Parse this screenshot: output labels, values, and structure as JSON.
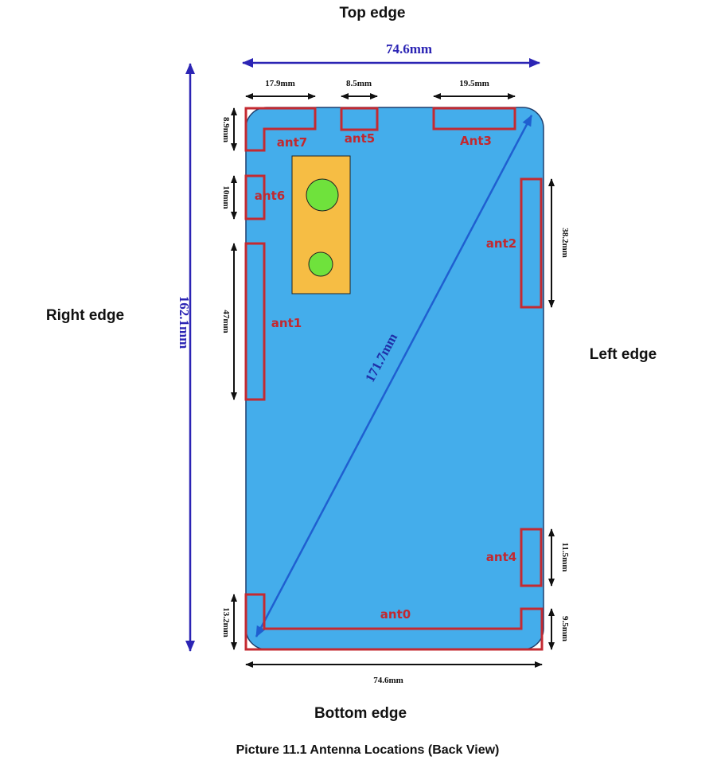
{
  "edges": {
    "top": "Top edge",
    "bottom": "Bottom edge",
    "right": "Right edge",
    "left": "Left edge"
  },
  "caption": "Picture 11.1 Antenna Locations (Back View)",
  "dimensions": {
    "overall_width": "74.6mm",
    "overall_height": "162.1mm",
    "diagonal": "171.7mm",
    "bottom_width": "74.6mm",
    "ant7_width": "17.9mm",
    "ant5_width": "8.5mm",
    "ant3_width": "19.5mm",
    "ant7_height": "8.9mm",
    "ant6_height": "10mm",
    "ant1_height": "47mm",
    "ant0_height": "13.2mm",
    "ant2_height": "38.2mm",
    "ant4_height": "11.5mm",
    "ant0_right_height": "9.5mm"
  },
  "antennas": {
    "ant0": "ant0",
    "ant1": "ant1",
    "ant2": "ant2",
    "ant3": "Ant3",
    "ant4": "ant4",
    "ant5": "ant5",
    "ant6": "ant6",
    "ant7": "ant7"
  },
  "colors": {
    "phone_body": "#44adeb",
    "antenna_outline": "#c42a31",
    "camera_module": "#f6bd44",
    "camera_lens": "#6fe23c",
    "dimension_blue": "#2b24b4"
  }
}
